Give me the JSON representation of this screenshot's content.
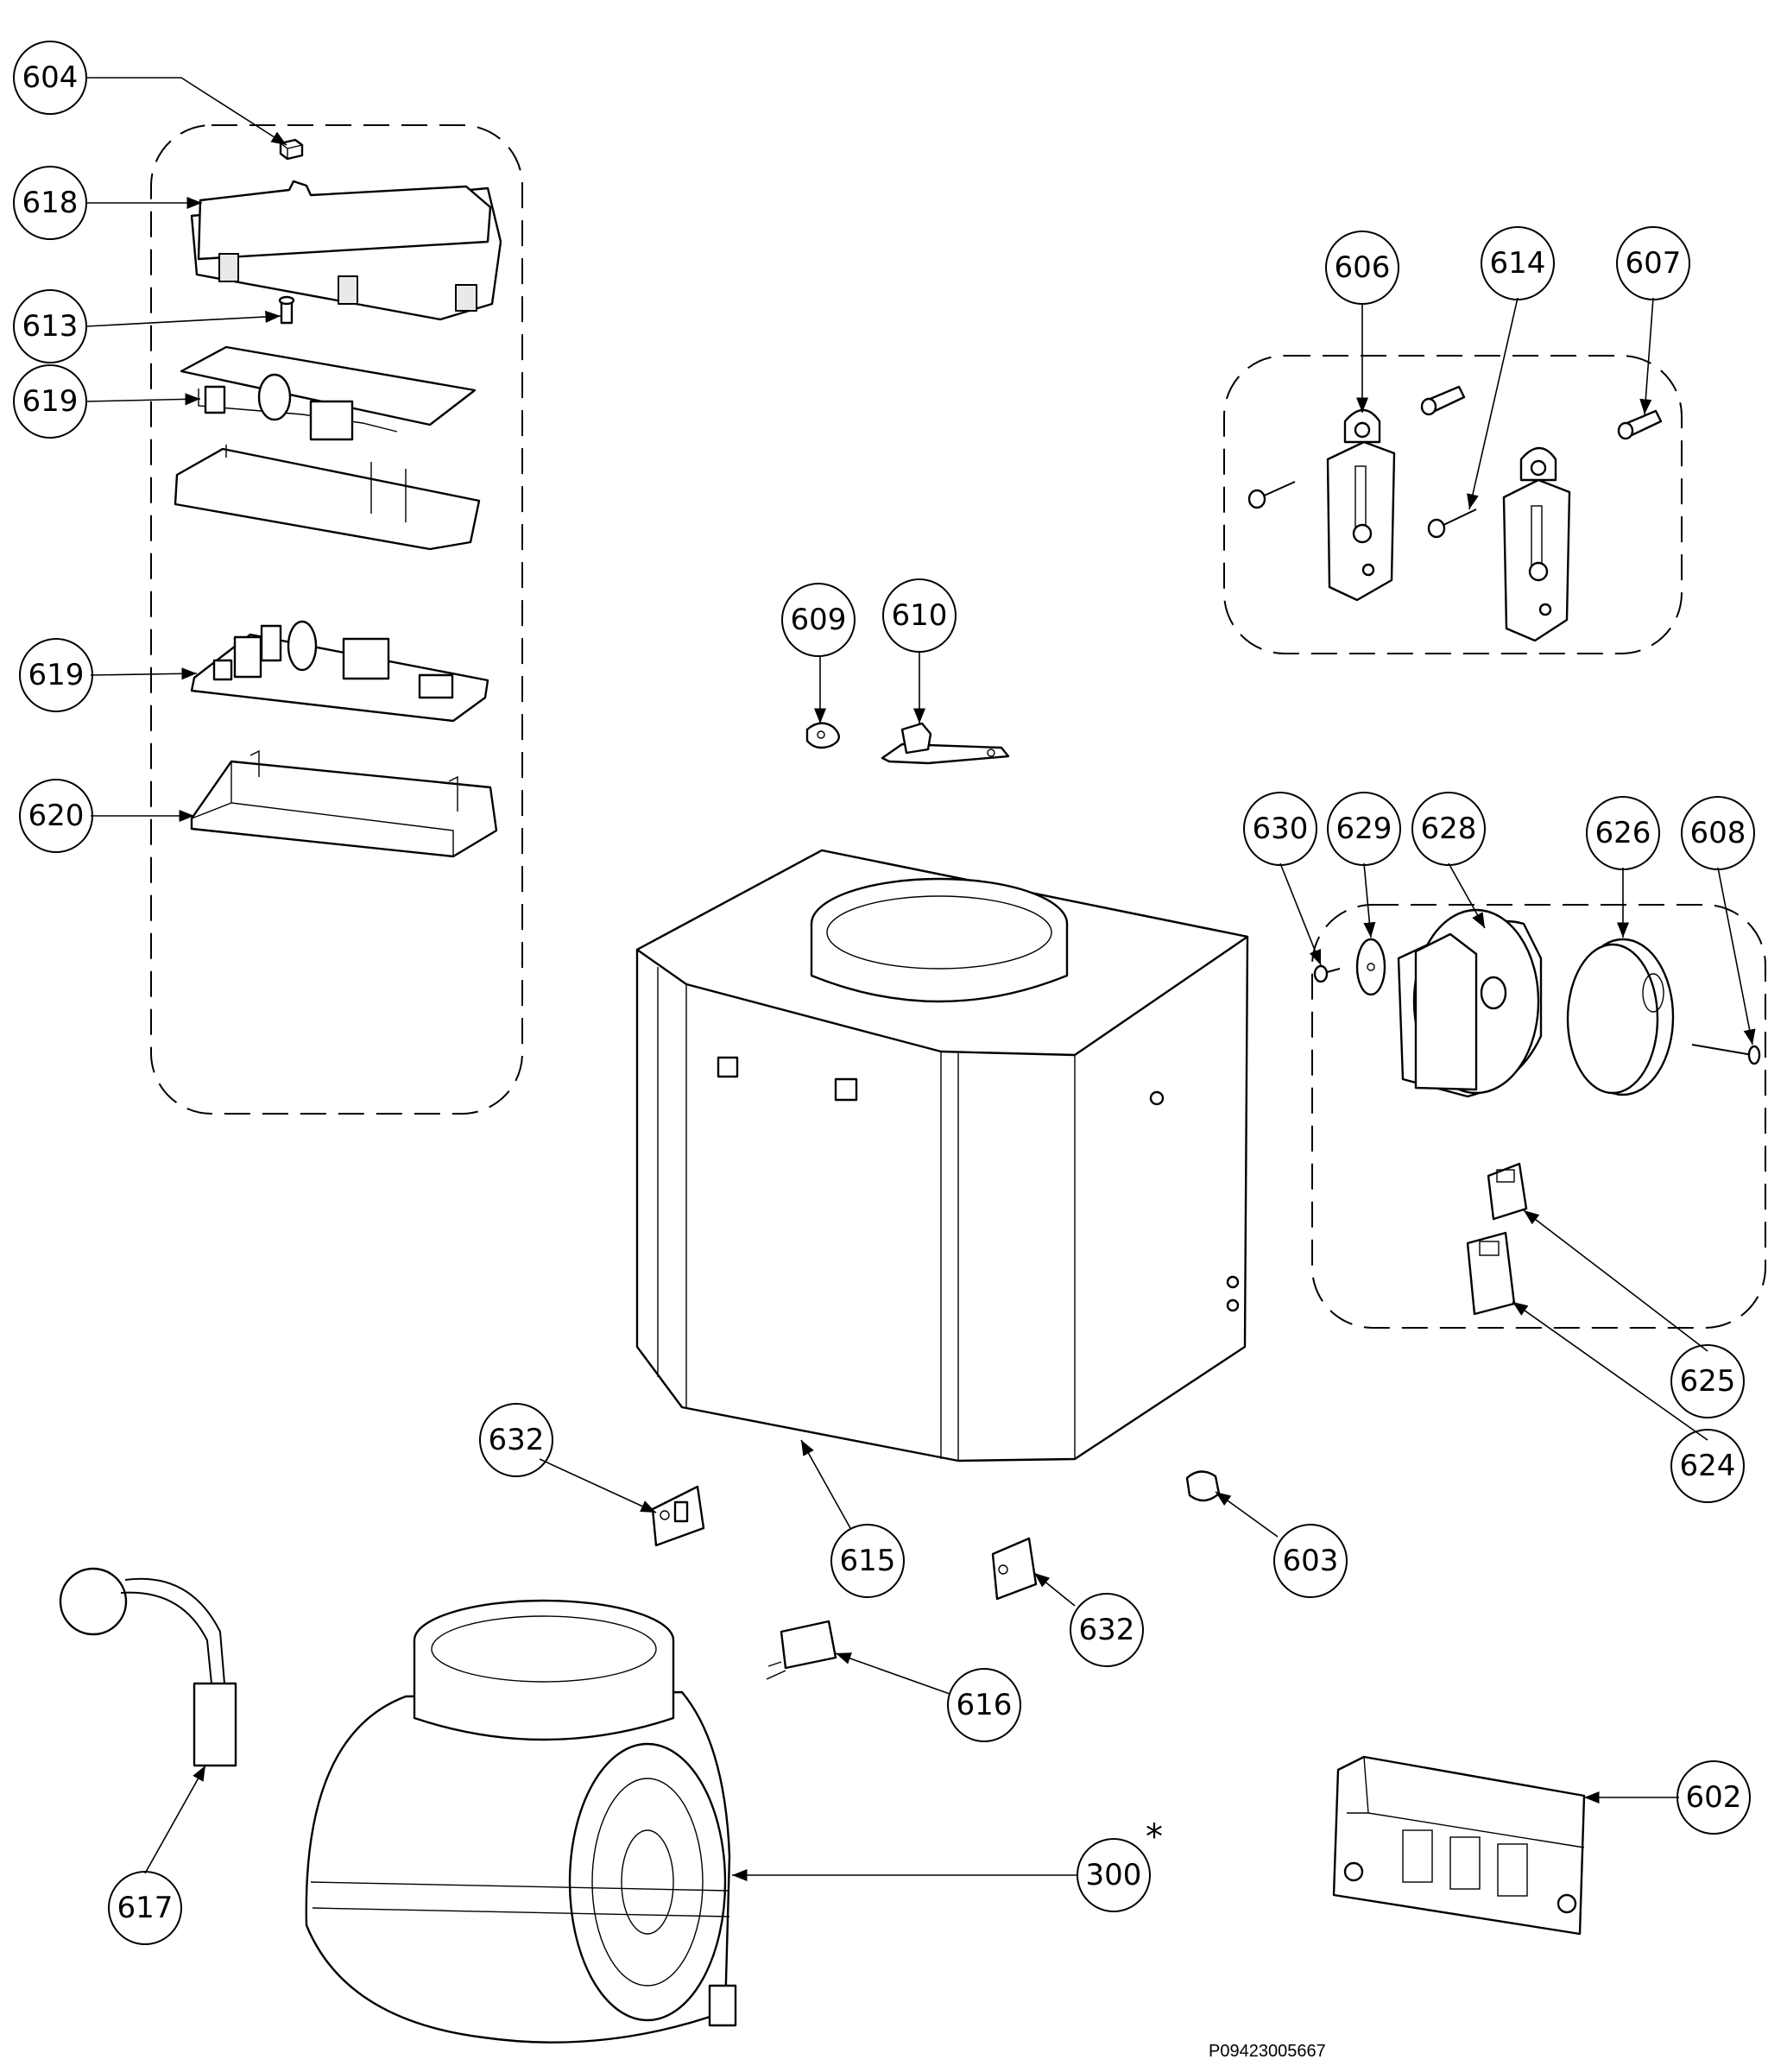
{
  "document": {
    "id": "P09423005667",
    "asterisk": "*"
  },
  "callouts": {
    "c604": "604",
    "c618": "618",
    "c613": "613",
    "c619a": "619",
    "c619b": "619",
    "c620": "620",
    "c606": "606",
    "c614": "614",
    "c607": "607",
    "c609": "609",
    "c610": "610",
    "c630": "630",
    "c629": "629",
    "c628": "628",
    "c626": "626",
    "c608": "608",
    "c625": "625",
    "c624": "624",
    "c632a": "632",
    "c632b": "632",
    "c615": "615",
    "c603": "603",
    "c616": "616",
    "c617": "617",
    "c300": "300",
    "c602": "602"
  }
}
